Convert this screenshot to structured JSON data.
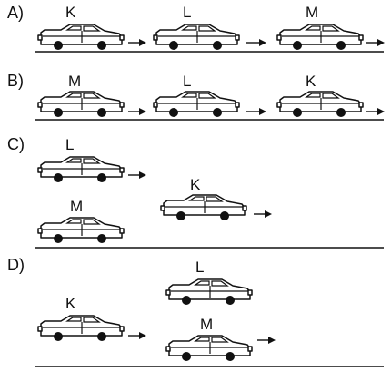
{
  "options": [
    {
      "label": "A)",
      "cars": [
        "K",
        "L",
        "M"
      ]
    },
    {
      "label": "B)",
      "cars": [
        "M",
        "L",
        "K"
      ]
    },
    {
      "label": "C)",
      "cars": [
        "L",
        "M",
        "K"
      ]
    },
    {
      "label": "D)",
      "cars": [
        "K",
        "L",
        "M"
      ]
    }
  ]
}
